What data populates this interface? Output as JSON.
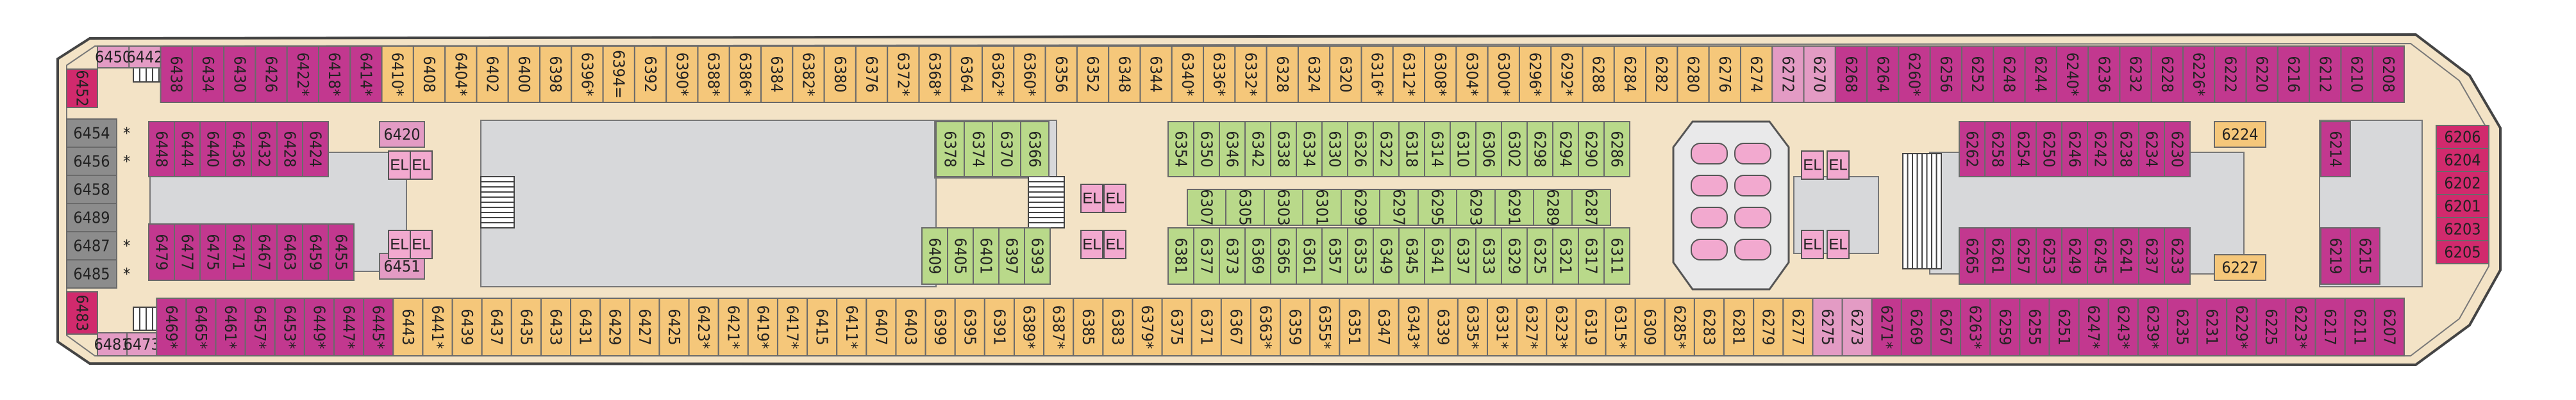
{
  "legend_colors": {
    "suite": "#c2388f",
    "balcony": "#e39bc4",
    "ocean": "#f5c77a",
    "inside": "#b9d98a",
    "hull": "#f3e3c6",
    "interior": "#d7d8da",
    "bow_suite": "#d12a6d",
    "stern_grey": "#8c8c8c",
    "elevator": "#f2a9cf"
  },
  "top_row": [
    "6450",
    "6442",
    "6438",
    "6434",
    "6430",
    "6426",
    "6422*",
    "6418*",
    "6414*",
    "6410*",
    "6408",
    "6404*",
    "6402",
    "6400",
    "6398",
    "6396*",
    "6394=",
    "6392",
    "6390*",
    "6388*",
    "6386*",
    "6384",
    "6382*",
    "6380",
    "6376",
    "6372*",
    "6368*",
    "6364",
    "6362*",
    "6360*",
    "6356",
    "6352",
    "6348",
    "6344",
    "6340*",
    "6336*",
    "6332*",
    "6328",
    "6324",
    "6320",
    "6316*",
    "6312*",
    "6308*",
    "6304*",
    "6300*",
    "6296*",
    "6292*",
    "6288",
    "6284",
    "6282",
    "6280",
    "6276",
    "6274",
    "6272",
    "6270",
    "6268",
    "6264",
    "6260*",
    "6256",
    "6252",
    "6248",
    "6244",
    "6240*",
    "6236",
    "6232",
    "6228",
    "6226*",
    "6222",
    "6220",
    "6216",
    "6212",
    "6210",
    "6208"
  ],
  "bottom_row": [
    "6481",
    "6473",
    "6469*",
    "6465*",
    "6461*",
    "6457*",
    "6453*",
    "6449*",
    "6447*",
    "6445*",
    "6443",
    "6441*",
    "6439",
    "6437",
    "6435",
    "6433",
    "6431",
    "6429",
    "6427",
    "6425",
    "6423*",
    "6421*",
    "6419*",
    "6417*",
    "6415",
    "6411*",
    "6407",
    "6403",
    "6399",
    "6395",
    "6391",
    "6389*",
    "6387*",
    "6385",
    "6383",
    "6379*",
    "6375",
    "6371",
    "6367",
    "6363*",
    "6359",
    "6355*",
    "6351",
    "6347",
    "6343*",
    "6339",
    "6335*",
    "6331*",
    "6327*",
    "6323*",
    "6319",
    "6315*",
    "6309",
    "6285*",
    "6283",
    "6281",
    "6279",
    "6277",
    "6275",
    "6273",
    "6271*",
    "6269",
    "6267",
    "6263*",
    "6259",
    "6255",
    "6251",
    "6247*",
    "6243*",
    "6239*",
    "6235",
    "6231",
    "6229*",
    "6225",
    "6223*",
    "6217",
    "6211",
    "6207"
  ],
  "stern_cabins": [
    "6454",
    "6456",
    "6458",
    "6489",
    "6487",
    "6485"
  ],
  "stern_marks": [
    "*",
    "*",
    "",
    "",
    "*",
    "*"
  ],
  "bow_cabins": [
    "6206",
    "6204",
    "6202",
    "6201",
    "6203",
    "6205"
  ],
  "aft_corner_top": "6452",
  "aft_corner_bottom": "6483",
  "aft_inner_upper": [
    "6448",
    "6444",
    "6440",
    "6436",
    "6432",
    "6428",
    "6424"
  ],
  "aft_inner_lower": [
    "6479",
    "6477",
    "6475",
    "6471",
    "6467",
    "6463",
    "6459",
    "6455"
  ],
  "aft_inner_misc": [
    "6420",
    "6451"
  ],
  "midship_upper": [
    "6378",
    "6374",
    "6370",
    "6366"
  ],
  "midship_lower": [
    "6409",
    "6405",
    "6401",
    "6397",
    "6393"
  ],
  "inside_upper": [
    "6354",
    "6350",
    "6346",
    "6342",
    "6338",
    "6334",
    "6330",
    "6326",
    "6322",
    "6318",
    "6314",
    "6310",
    "6306",
    "6302",
    "6298",
    "6294",
    "6290",
    "6286"
  ],
  "inside_lower_outer": [
    "6381",
    "6377",
    "6373",
    "6369",
    "6365",
    "6361",
    "6357",
    "6353",
    "6349",
    "6345",
    "6341",
    "6337",
    "6333",
    "6329",
    "6325",
    "6321",
    "6317",
    "6311"
  ],
  "inside_lower_inner": [
    "6307",
    "6305",
    "6303",
    "6301",
    "6299",
    "6297",
    "6295",
    "6293",
    "6291",
    "6289",
    "6287"
  ],
  "fwd_upper": [
    "6262",
    "6258",
    "6254",
    "6250",
    "6246",
    "6242",
    "6238",
    "6234",
    "6230"
  ],
  "fwd_lower": [
    "6265",
    "6261",
    "6257",
    "6253",
    "6249",
    "6245",
    "6241",
    "6237",
    "6233"
  ],
  "fwd_misc": [
    "6224",
    "6227",
    "6214",
    "6219",
    "6215"
  ],
  "elevator_label": "EL"
}
